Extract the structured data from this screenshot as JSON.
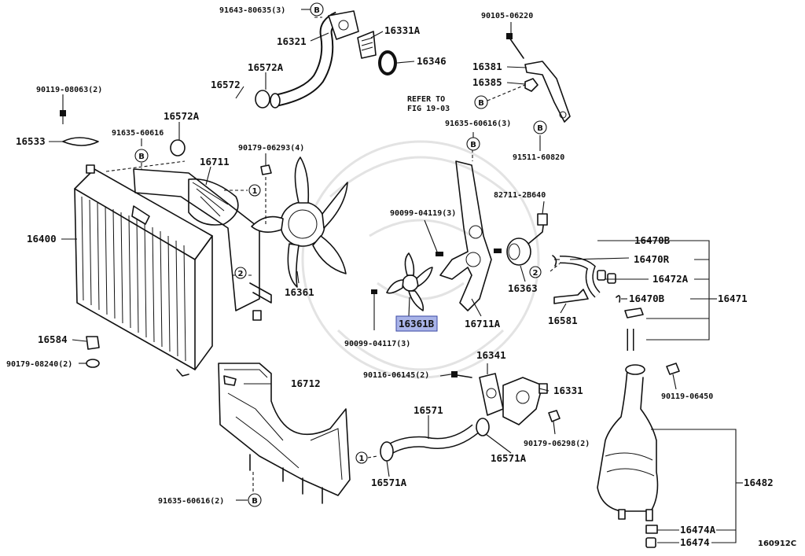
{
  "diagram_id": "160912C",
  "refer_note": [
    "REFER TO",
    "FIG 19-03"
  ],
  "callout_marks": [
    "B",
    "1",
    "2"
  ],
  "labels": {
    "p91643": "91643-80635(3)",
    "p16321": "16321",
    "p16331A": "16331A",
    "p16346": "16346",
    "p90105": "90105-06220",
    "p16381": "16381",
    "p16385": "16385",
    "p90119a": "90119-08063(2)",
    "p16572Aa": "16572A",
    "p16572": "16572",
    "p16572Ab": "16572A",
    "p91635a": "91635-60616",
    "p16533": "16533",
    "p90179a": "90179-06293(4)",
    "p16711": "16711",
    "p91635b": "91635-60616(3)",
    "p91511": "91511-60820",
    "p82711": "82711-2B640",
    "p90099a": "90099-04119(3)",
    "p16470Ba": "16470B",
    "p16470R": "16470R",
    "p16472A": "16472A",
    "p16470Bb": "16470B",
    "p16471": "16471",
    "p16400": "16400",
    "p16361": "16361",
    "p16363": "16363",
    "p16581": "16581",
    "p16361B": "16361B",
    "p16711A": "16711A",
    "p90099b": "90099-04117(3)",
    "p16584": "16584",
    "p90179b": "90179-08240(2)",
    "p16341": "16341",
    "p90116": "90116-06145(2)",
    "p16331": "16331",
    "p90119b": "90119-06450",
    "p16712": "16712",
    "p16571": "16571",
    "p90179c": "90179-06298(2)",
    "p16571Aa": "16571A",
    "p16571Ab": "16571A",
    "p16482": "16482",
    "p91635c": "91635-60616(2)",
    "p16474A": "16474A",
    "p16474": "16474"
  }
}
